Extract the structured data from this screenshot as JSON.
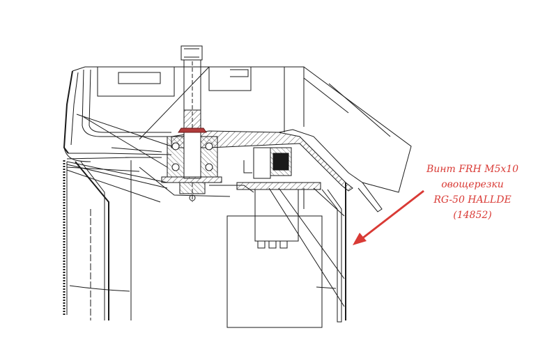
{
  "annotation": {
    "lines": [
      "Винт FRH M5x10",
      "овощерезки",
      "RG-50 HALLDE",
      "(14852)"
    ],
    "color": "#d93a35"
  },
  "drawing": {
    "stroke_color": "#1a1a1a",
    "hatch_color": "#444444",
    "highlight_color": "#b03a3a",
    "background": "#ffffff"
  }
}
